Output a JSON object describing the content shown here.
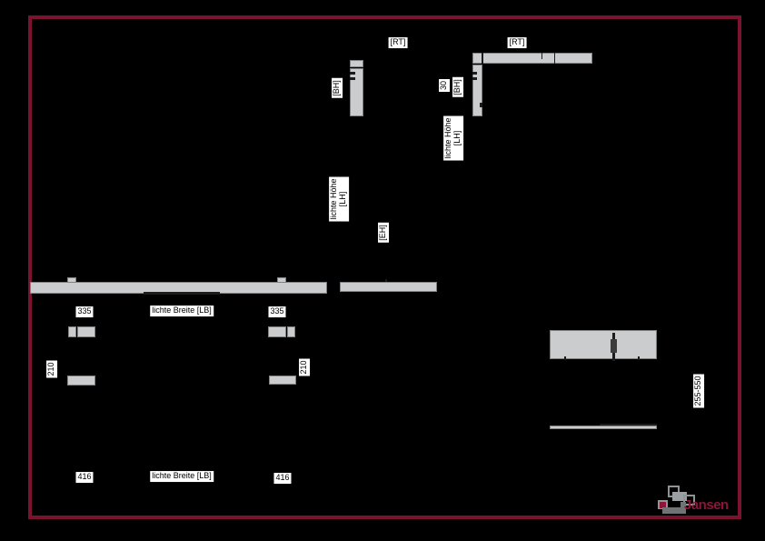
{
  "colors": {
    "background": "#000000",
    "frame_border": "#7a1230",
    "profile_fill": "#cbcccd",
    "profile_edge": "#7f8182",
    "label_bg": "#ffffff",
    "label_text": "#000000",
    "brand_red": "#8c1638",
    "logo_gray": "#8e9496"
  },
  "figures": {
    "head_section_left": {
      "rail_label": "[RT]",
      "frame_height_label": "[BH]"
    },
    "head_section_right": {
      "rail_label": "[RT]",
      "dim": "30",
      "frame_height_label": "[BH]",
      "clear_height_line1": "lichte Höhe",
      "clear_height_line2": "[LH]"
    },
    "vertical_section_middle": {
      "clear_height_line1": "lichte Höhe",
      "clear_height_line2": "[LH]",
      "insert_height_label": "[EH]"
    },
    "plan_section": {
      "dim_335_left": "335",
      "clear_width_top": "lichte Breite [LB]",
      "dim_335_right": "335",
      "dim_210_left": "210",
      "dim_210_right": "210",
      "dim_416_left": "416",
      "clear_width_bottom": "lichte Breite [LB]",
      "dim_416_right": "416"
    },
    "detail_right": {
      "dim_range": "255-550"
    }
  },
  "logo": {
    "brand": "Jansen"
  }
}
